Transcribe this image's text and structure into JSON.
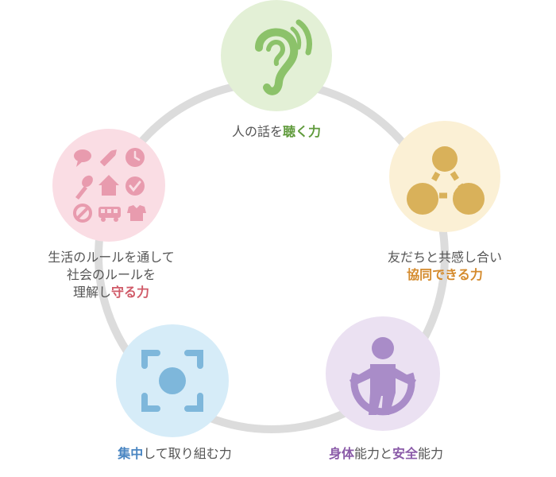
{
  "colors": {
    "ring": "#dcdcdc",
    "listen_bg": "#e3f0d6",
    "listen_fg": "#8cc26a",
    "listen_text": "#5f9a3b",
    "coop_bg": "#fbf0d5",
    "coop_fg": "#d9b15a",
    "coop_text": "#d48a2c",
    "body_bg": "#ebe1f2",
    "body_fg": "#a98cc8",
    "body_text": "#8a5aa8",
    "focus_bg": "#d6ecf8",
    "focus_fg": "#7eb7db",
    "focus_text": "#4a86c2",
    "rules_bg": "#fadde4",
    "rules_fg": "#e89bae",
    "rules_text": "#d05a68"
  },
  "nodes": {
    "listening": {
      "icon": "ear-icon",
      "pre": "人の話を",
      "hl": "聴く力"
    },
    "cooperation": {
      "icon": "network-icon",
      "line1": "友だちと共感し合い",
      "hl": "協同できる力"
    },
    "physical": {
      "icon": "person-icon",
      "hl1": "身体",
      "mid1": "能力と",
      "hl2": "安全",
      "mid2": "能力"
    },
    "focus": {
      "icon": "focus-frame-icon",
      "hl": "集中",
      "post": "して取り組む力"
    },
    "rules": {
      "icon": "daily-life-icons",
      "line1": "生活のルールを通して",
      "line2": "社会のルールを",
      "pre3": "理解し",
      "hl": "守る力"
    }
  }
}
